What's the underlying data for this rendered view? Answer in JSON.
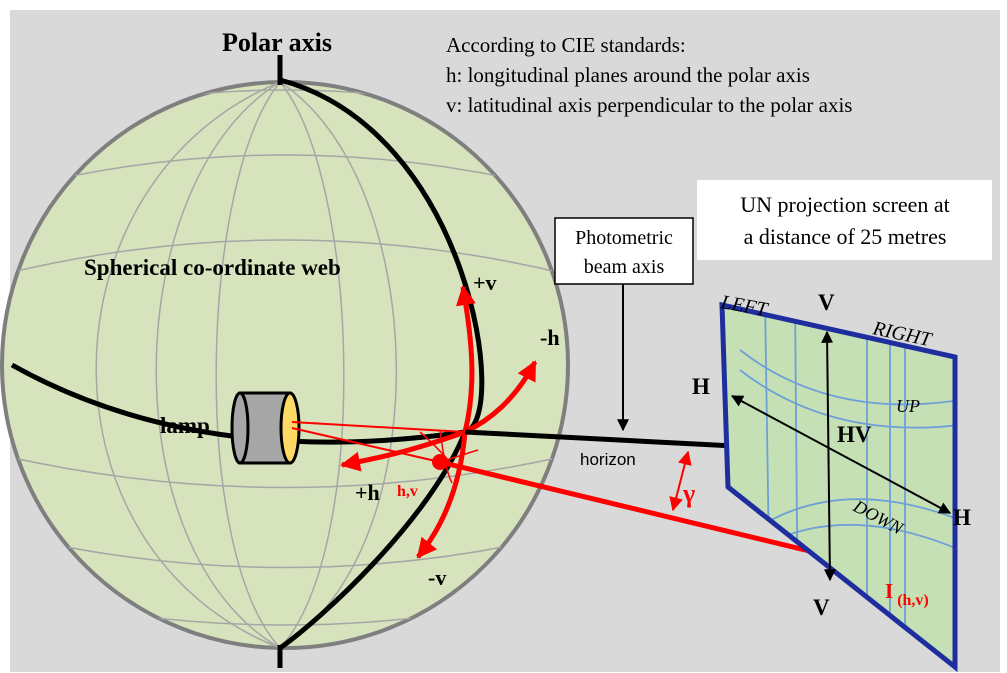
{
  "title": "Polar axis",
  "standards": {
    "heading": "According to CIE standards:",
    "h_line": "h: longitudinal planes around the polar axis",
    "v_line": "v: latitudinal axis perpendicular to the polar axis"
  },
  "sphere_label": "Spherical co-ordinate web",
  "lamp_label": "lamp",
  "beam_box": {
    "line1": "Photometric",
    "line2": "beam axis"
  },
  "screen_box": {
    "line1": "UN projection screen at",
    "line2": "a distance of 25 metres"
  },
  "horizon_label": "horizon",
  "axis_labels": {
    "plus_v": "+v",
    "minus_v": "-v",
    "plus_h": "+h",
    "minus_h": "-h",
    "hv_point": "h,v",
    "gamma": "γ"
  },
  "screen_labels": {
    "left": "LEFT",
    "right": "RIGHT",
    "up": "UP",
    "down": "DOWN",
    "v_top": "V",
    "v_bottom": "V",
    "h_left": "H",
    "h_right": "H",
    "hv_center": "HV"
  },
  "intensity_label": {
    "main": "I",
    "sub": "(h,v)"
  },
  "colors": {
    "background": "#d9d9d9",
    "sphere_fill": "#d6e3bc",
    "screen_fill": "#c5e0b4",
    "screen_border": "#1f2e9e",
    "grid_blue": "#6f9fd8",
    "accent_red": "#ff0000",
    "lamp_lens": "#ffd966"
  }
}
